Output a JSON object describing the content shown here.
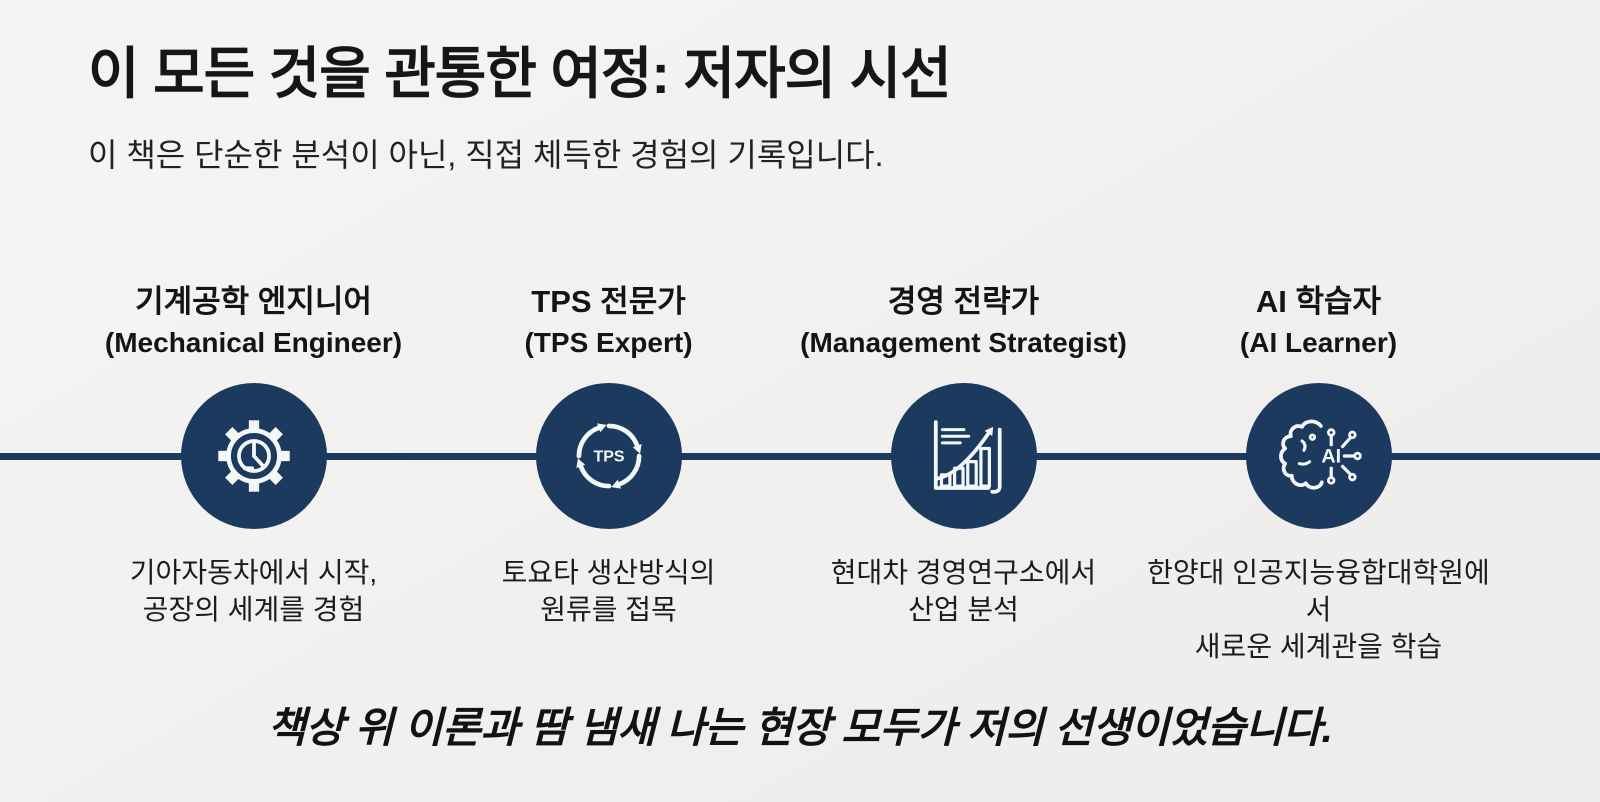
{
  "page": {
    "title": "이 모든 것을 관통한 여정: 저자의 시선",
    "subtitle": "이 책은 단순한 분석이 아닌, 직접 체득한 경험의 기록입니다."
  },
  "timeline": {
    "items": [
      {
        "title_ko": "기계공학 엔지니어",
        "title_en": "(Mechanical Engineer)",
        "icon": "gear-pie-icon",
        "description": "기아자동차에서 시작,\n공장의 세계를 경험"
      },
      {
        "title_ko": "TPS 전문가",
        "title_en": "(TPS Expert)",
        "icon": "tps-cycle-icon",
        "icon_label": "TPS",
        "description": "토요타 생산방식의\n원류를 접목"
      },
      {
        "title_ko": "경영 전략가",
        "title_en": "(Management Strategist)",
        "icon": "growth-chart-icon",
        "description": "현대차 경영연구소에서\n산업 분석"
      },
      {
        "title_ko": "AI 학습자",
        "title_en": "(AI Learner)",
        "icon": "ai-brain-circuit-icon",
        "icon_label": "AI",
        "description": "한양대 인공지능융합대학원에서\n새로운 세계관을 학습"
      }
    ]
  },
  "quote": "책상 위 이론과 땀 냄새 나는 현장 모두가 저의 선생이었습니다.",
  "colors": {
    "accent_navy": "#1b3a5e",
    "background": "#f1f0ee",
    "text": "#1b1b1b",
    "icon_stroke": "#f3f7fa"
  }
}
